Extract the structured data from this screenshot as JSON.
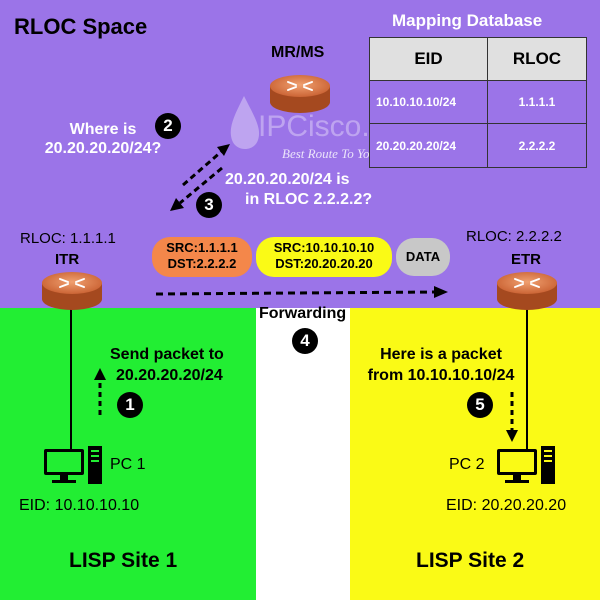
{
  "colors": {
    "rloc_space": "#9b74e8",
    "site1": "#22ee33",
    "site2": "#fafa16",
    "middle": "#ffffff",
    "src_pill": "#f4874a",
    "inner_pill": "#fafa16",
    "data_pill": "#c8c8c8",
    "router": "#d8703f"
  },
  "rloc_space": {
    "title": "RLOC Space"
  },
  "mapping_db": {
    "title": "Mapping Database",
    "headers": [
      "EID",
      "RLOC"
    ],
    "rows": [
      [
        "10.10.10.10/24",
        "1.1.1.1"
      ],
      [
        "20.20.20.20/24",
        "2.2.2.2"
      ]
    ]
  },
  "mrms": {
    "label": "MR/MS"
  },
  "watermark": {
    "brand": "IPCisco.com",
    "tagline": "Best Route To Your Dreams"
  },
  "query": {
    "line1": "Where is",
    "line2": "20.20.20.20/24?"
  },
  "reply": {
    "line1": "20.20.20.20/24 is",
    "line2": "in RLOC 2.2.2.2?"
  },
  "itr": {
    "rloc": "RLOC: 1.1.1.1",
    "label": "ITR"
  },
  "etr": {
    "rloc": "RLOC: 2.2.2.2",
    "label": "ETR"
  },
  "outer_header": {
    "src": "SRC:1.1.1.1",
    "dst": "DST:2.2.2.2"
  },
  "inner_header": {
    "src": "SRC:10.10.10.10",
    "dst": "DST:20.20.20.20"
  },
  "data_label": "DATA",
  "forwarding": "Forwarding",
  "send": {
    "line1": "Send packet to",
    "line2": "20.20.20.20/24"
  },
  "here": {
    "line1": "Here is a packet",
    "line2": "from 10.10.10.10/24"
  },
  "steps": [
    "1",
    "2",
    "3",
    "4",
    "5"
  ],
  "pc1": {
    "label": "PC 1",
    "eid": "EID: 10.10.10.10"
  },
  "pc2": {
    "label": "PC 2",
    "eid": "EID: 20.20.20.20"
  },
  "site1": {
    "label": "LISP Site 1"
  },
  "site2": {
    "label": "LISP Site 2"
  }
}
